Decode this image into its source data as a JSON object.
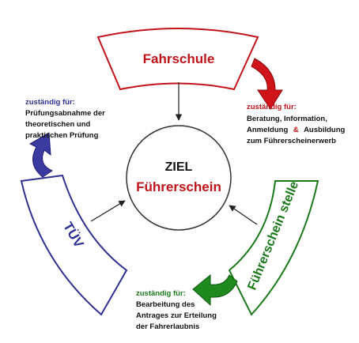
{
  "center": {
    "line1": "ZIEL",
    "line2": "Führerschein"
  },
  "fahrschule": {
    "name": "Fahrschule",
    "responsible_label": "zuständig für:",
    "lines": [
      "Beratung, Information,",
      "Anmeldung",
      "&",
      "Ausbildung",
      "zum Führerscheinerwerb"
    ]
  },
  "tuev": {
    "name": "TÜV",
    "responsible_label": "zuständig für:",
    "lines": [
      "Prüfungsabnahme der",
      "theoretischen und",
      "praktischen Prüfung"
    ]
  },
  "fuehrerscheinstelle": {
    "name": "Führerschein stelle",
    "responsible_label": "zuständig für:",
    "lines": [
      "Bearbeitung des",
      "Antrages zur Erteilung",
      "der Fahrerlaubnis"
    ]
  },
  "colors": {
    "fahrschule": "#c0141a",
    "tuev": "#2e3192",
    "fuehrerscheinstelle": "#1a7a1a",
    "arrow_red": "#c0141a",
    "arrow_blue": "#3a3aa0",
    "arrow_green": "#1e8a1e"
  }
}
